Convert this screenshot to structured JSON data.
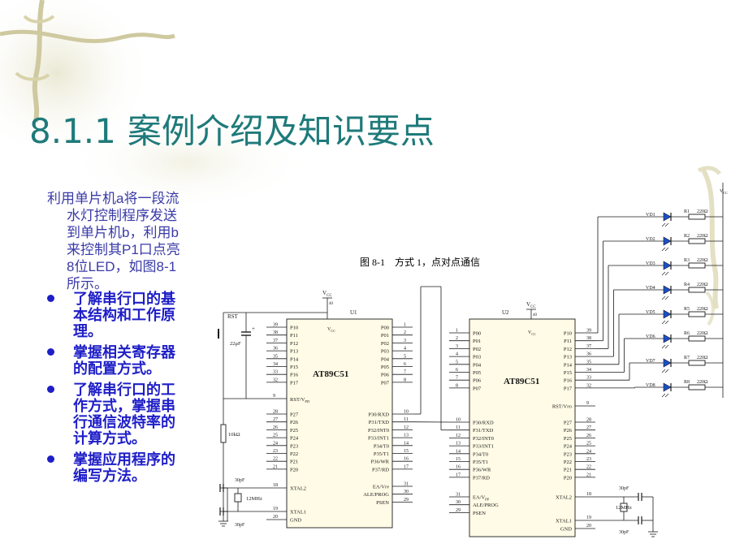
{
  "slide": {
    "title_number": "8.1.1",
    "title_text": "案例介绍及知识要点",
    "intro_lines": [
      "利用单片机a将一段流",
      "水灯控制程序发送",
      "到单片机b，利用b",
      "来控制其P1口点亮",
      "8位LED，如图8-1",
      "所示。"
    ],
    "bullets": [
      {
        "lines": [
          "了解串行口的基",
          "本结构和工作原",
          "理。"
        ]
      },
      {
        "lines": [
          "掌握相关寄存器",
          "的配置方式。"
        ]
      },
      {
        "lines": [
          "了解串行口的工",
          "作方式，掌握串",
          "行通信波特率的",
          "计算方式。"
        ]
      },
      {
        "lines": [
          "掌握应用程序的",
          "编写方法。"
        ]
      }
    ]
  },
  "figure": {
    "caption": "图 8-1　方式 1，点对点通信",
    "vcc": "V",
    "vcc_sub": "CC",
    "chip_name": "AT89C51",
    "u1_label": "U1",
    "u2_label": "U2",
    "rst_label": "RST",
    "cap_22uf": "22μF",
    "res_10k": "10kΩ",
    "cap_30pf": "30pF",
    "crystal": "12MHz",
    "pin40": "40",
    "u1_left_pins": [
      {
        "num": "39",
        "name": "P10"
      },
      {
        "num": "38",
        "name": "P11"
      },
      {
        "num": "37",
        "name": "P12"
      },
      {
        "num": "36",
        "name": "P13"
      },
      {
        "num": "35",
        "name": "P14"
      },
      {
        "num": "34",
        "name": "P15"
      },
      {
        "num": "33",
        "name": "P16"
      },
      {
        "num": "32",
        "name": "P17"
      }
    ],
    "u1_right_pins": [
      {
        "num": "1",
        "name": "P00"
      },
      {
        "num": "2",
        "name": "P01"
      },
      {
        "num": "3",
        "name": "P02"
      },
      {
        "num": "4",
        "name": "P03"
      },
      {
        "num": "5",
        "name": "P04"
      },
      {
        "num": "6",
        "name": "P05"
      },
      {
        "num": "7",
        "name": "P06"
      },
      {
        "num": "8",
        "name": "P07"
      }
    ],
    "u1_rst": {
      "num": "9",
      "name": "RST/V",
      "sub": "PD"
    },
    "u1_left_p2": [
      {
        "num": "28",
        "name": "P27"
      },
      {
        "num": "27",
        "name": "P26"
      },
      {
        "num": "26",
        "name": "P25"
      },
      {
        "num": "25",
        "name": "P24"
      },
      {
        "num": "24",
        "name": "P23"
      },
      {
        "num": "23",
        "name": "P22"
      },
      {
        "num": "22",
        "name": "P21"
      },
      {
        "num": "21",
        "name": "P20"
      }
    ],
    "u1_right_p3": [
      {
        "num": "10",
        "name": "P30/RXD"
      },
      {
        "num": "11",
        "name": "P31/TXD"
      },
      {
        "num": "12",
        "name": "P32/INT0"
      },
      {
        "num": "13",
        "name": "P33/INT1"
      },
      {
        "num": "14",
        "name": "P34/T0"
      },
      {
        "num": "15",
        "name": "P35/T1"
      },
      {
        "num": "16",
        "name": "P36/WR"
      },
      {
        "num": "17",
        "name": "P37/RD"
      }
    ],
    "u1_xtal2": {
      "num": "18",
      "name": "XTAL2"
    },
    "u1_xtal1": {
      "num": "19",
      "name": "XTAL1"
    },
    "u1_gnd": {
      "num": "20",
      "name": "GND"
    },
    "u1_right_ctrl": [
      {
        "num": "31",
        "name": "EA/V",
        "sub": "PP"
      },
      {
        "num": "30",
        "name": "ALE/PROG"
      },
      {
        "num": "29",
        "name": "PSEN"
      }
    ],
    "u2_left_pins": [
      {
        "num": "1",
        "name": "P00"
      },
      {
        "num": "2",
        "name": "P01"
      },
      {
        "num": "3",
        "name": "P02"
      },
      {
        "num": "4",
        "name": "P03"
      },
      {
        "num": "5",
        "name": "P04"
      },
      {
        "num": "6",
        "name": "P05"
      },
      {
        "num": "7",
        "name": "P06"
      },
      {
        "num": "8",
        "name": "P07"
      }
    ],
    "u2_right_pins": [
      {
        "num": "39",
        "name": "P10"
      },
      {
        "num": "38",
        "name": "P11"
      },
      {
        "num": "37",
        "name": "P12"
      },
      {
        "num": "36",
        "name": "P13"
      },
      {
        "num": "35",
        "name": "P14"
      },
      {
        "num": "34",
        "name": "P15"
      },
      {
        "num": "33",
        "name": "P16"
      },
      {
        "num": "32",
        "name": "P17"
      }
    ],
    "u2_rst": {
      "num": "9",
      "name": "RST/V",
      "sub": "PD"
    },
    "u2_left_p3": [
      {
        "num": "10",
        "name": "P30/RXD"
      },
      {
        "num": "11",
        "name": "P31/TXD"
      },
      {
        "num": "12",
        "name": "P32/INT0"
      },
      {
        "num": "13",
        "name": "P33/INT1"
      },
      {
        "num": "14",
        "name": "P34/T0"
      },
      {
        "num": "15",
        "name": "P35/T1"
      },
      {
        "num": "16",
        "name": "P36/WR"
      },
      {
        "num": "17",
        "name": "P37/RD"
      }
    ],
    "u2_right_p2": [
      {
        "num": "28",
        "name": "P27"
      },
      {
        "num": "27",
        "name": "P26"
      },
      {
        "num": "26",
        "name": "P25"
      },
      {
        "num": "25",
        "name": "P24"
      },
      {
        "num": "24",
        "name": "P23"
      },
      {
        "num": "23",
        "name": "P22"
      },
      {
        "num": "22",
        "name": "P21"
      },
      {
        "num": "21",
        "name": "P20"
      }
    ],
    "u2_left_ctrl": [
      {
        "num": "31",
        "name": "EA/V",
        "sub": "PP"
      },
      {
        "num": "30",
        "name": "ALE/PROG"
      },
      {
        "num": "29",
        "name": "PSEN"
      }
    ],
    "u2_xtal2": {
      "num": "18",
      "name": "XTAL2"
    },
    "u2_xtal1": {
      "num": "19",
      "name": "XTAL1"
    },
    "u2_gnd": {
      "num": "20",
      "name": "GND"
    },
    "leds": [
      {
        "vd": "VD1",
        "r": "R1",
        "ohm": "220Ω"
      },
      {
        "vd": "VD2",
        "r": "R2",
        "ohm": "220Ω"
      },
      {
        "vd": "VD3",
        "r": "R3",
        "ohm": "220Ω"
      },
      {
        "vd": "VD4",
        "r": "R4",
        "ohm": "220Ω"
      },
      {
        "vd": "VD5",
        "r": "R5",
        "ohm": "220Ω"
      },
      {
        "vd": "VD6",
        "r": "R6",
        "ohm": "220Ω"
      },
      {
        "vd": "VD7",
        "r": "R7",
        "ohm": "220Ω"
      },
      {
        "vd": "VD8",
        "r": "R8",
        "ohm": "220Ω"
      }
    ]
  }
}
